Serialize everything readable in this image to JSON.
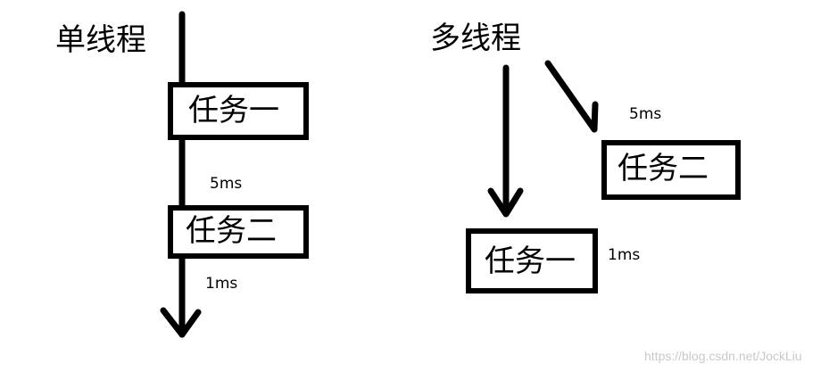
{
  "single_thread": {
    "title": "单线程",
    "task_one": "任务一",
    "task_two": "任务二",
    "time_one": "5ms",
    "time_two": "1ms"
  },
  "multi_thread": {
    "title": "多线程",
    "task_one": "任务一",
    "task_two": "任务二",
    "time_two": "5ms",
    "time_one": "1ms"
  },
  "watermark": "https://blog.csdn.net/JockLiu",
  "colors": {
    "stroke": "#000000",
    "watermark": "#c9c9c9",
    "background": "#ffffff"
  }
}
